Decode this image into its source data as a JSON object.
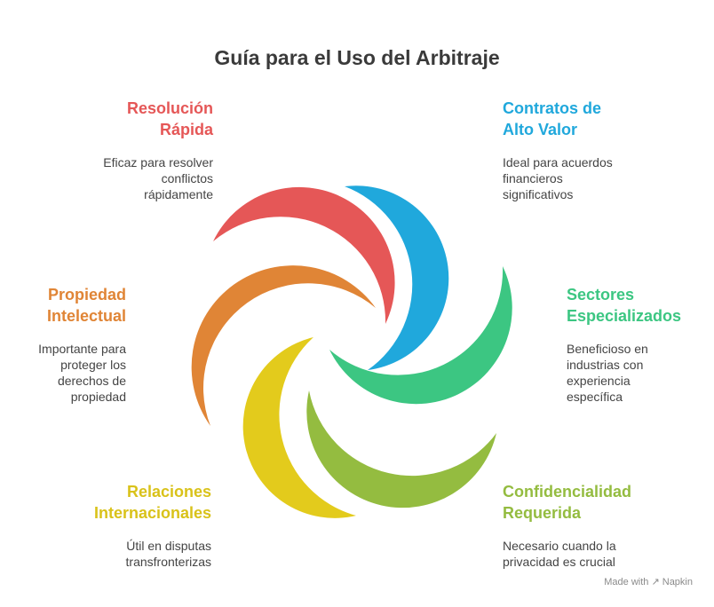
{
  "title": "Guía para el Uso del Arbitraje",
  "colors": {
    "red": "#E55757",
    "blue": "#20A8DC",
    "teal": "#3CC682",
    "green": "#94BC40",
    "yellow": "#E3CB1C",
    "orange": "#E08536"
  },
  "sections": {
    "resolucion": {
      "heading_line1": "Resolución",
      "heading_line2": "Rápida",
      "desc_line1": "Eficaz para resolver",
      "desc_line2": "conflictos",
      "desc_line3": "rápidamente"
    },
    "contratos": {
      "heading_line1": "Contratos de",
      "heading_line2": "Alto Valor",
      "desc_line1": "Ideal para acuerdos",
      "desc_line2": "financieros",
      "desc_line3": "significativos"
    },
    "propiedad": {
      "heading_line1": "Propiedad",
      "heading_line2": "Intelectual",
      "desc_line1": "Importante para",
      "desc_line2": "proteger los",
      "desc_line3": "derechos de",
      "desc_line4": "propiedad"
    },
    "sectores": {
      "heading_line1": "Sectores",
      "heading_line2": "Especializados",
      "desc_line1": "Beneficioso en",
      "desc_line2": "industrias con",
      "desc_line3": "experiencia",
      "desc_line4": "específica"
    },
    "relaciones": {
      "heading_line1": "Relaciones",
      "heading_line2": "Internacionales",
      "desc_line1": "Útil en disputas",
      "desc_line2": "transfronterizas"
    },
    "confidencialidad": {
      "heading_line1": "Confidencialidad",
      "heading_line2": "Requerida",
      "desc_line1": "Necesario cuando la",
      "desc_line2": "privacidad es crucial"
    }
  },
  "footer": {
    "made_with": "Made with",
    "brand": "Napkin",
    "logo_icon": "napkin-logo-icon"
  }
}
